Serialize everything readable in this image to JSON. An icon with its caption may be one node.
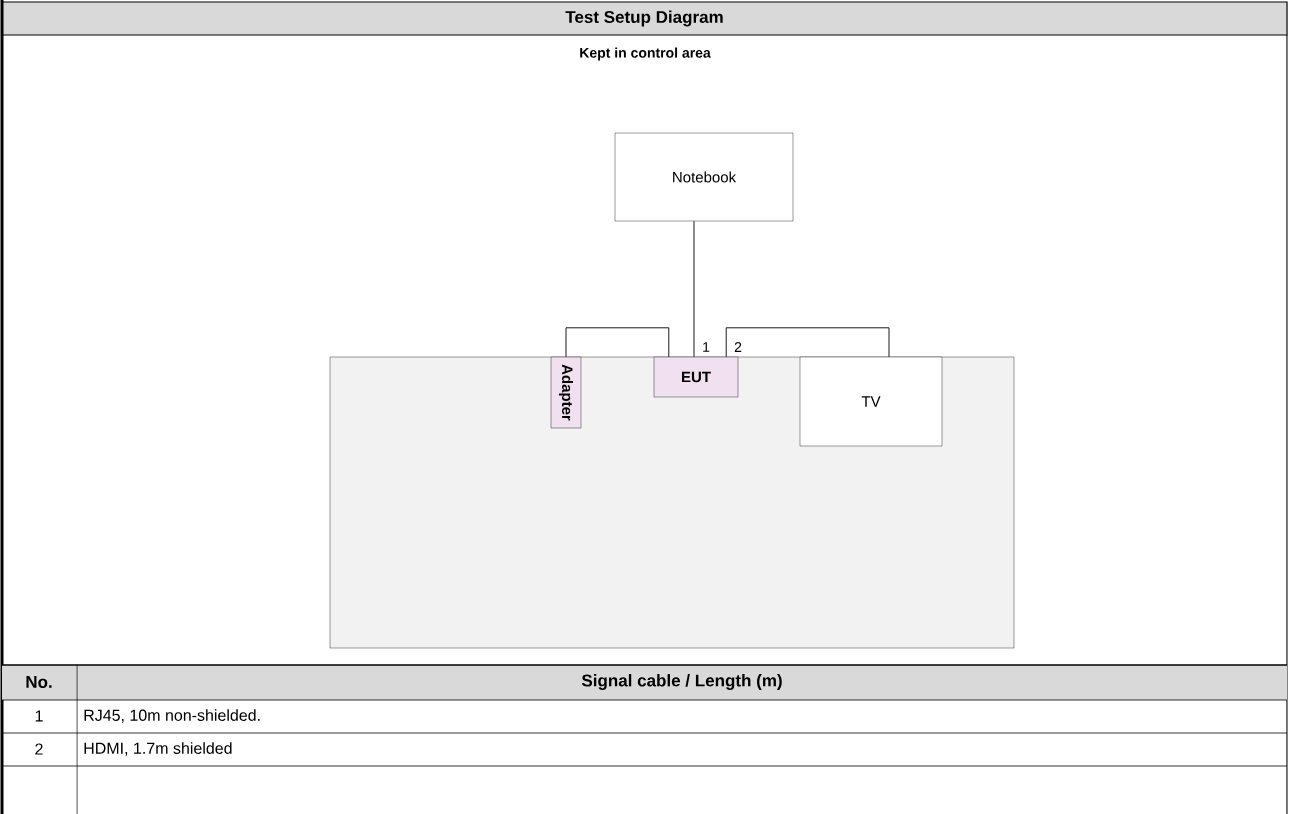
{
  "diagram": {
    "title": "Test Setup Diagram",
    "nodes": [
      {
        "text": [],
        "shape": "box"
      },
      {
        "text": [
          "Notebook"
        ]
      },
      {
        "text": [
          "Adapter"
        ],
        "in": 0
      },
      {
        "text": [
          "EUT"
        ],
        "in": 0
      },
      {
        "text": [
          "TV"
        ],
        "in": 0
      }
    ],
    "edges": [
      {
        "from": 1,
        "to": 3,
        "arrow": "none"
      },
      {
        "from": 2,
        "to": 3,
        "arrow": "none"
      },
      {
        "from": 3,
        "to": 4,
        "arrow": "none"
      }
    ],
    "labels": [
      "Kept in control area",
      "1",
      "2",
      "No.",
      "Signal cable / Length (m)",
      "1",
      "RJ45, 10m non-shielded.",
      "2",
      "HDMI, 1.7m shielded"
    ]
  }
}
